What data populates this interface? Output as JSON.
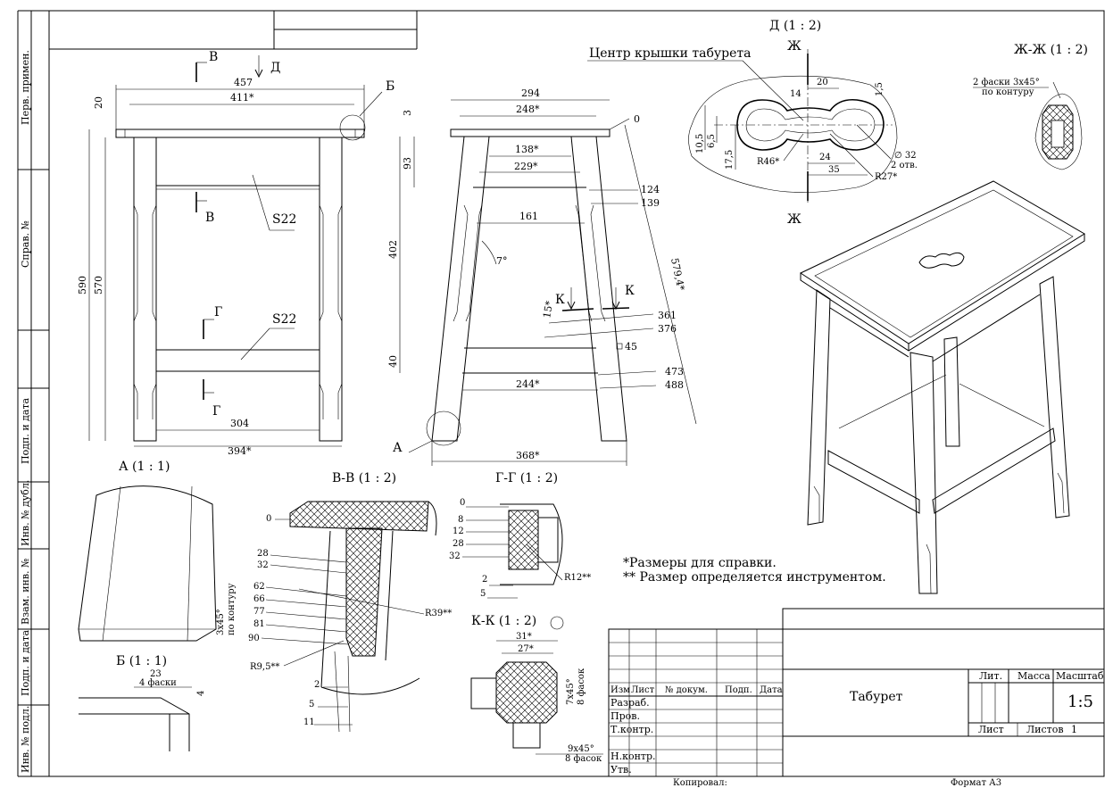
{
  "side_columns": [
    "Перв. примен.",
    "Справ. №",
    "Подп. и дата",
    "Инв. № дубл.",
    "Взам. инв. №",
    "Подп. и дата",
    "Инв. № подл."
  ],
  "front_view": {
    "dims": [
      "457",
      "411*",
      "20",
      "590",
      "570",
      "304",
      "394*"
    ],
    "cuts": [
      "В",
      "Д",
      "Б",
      "В",
      "Г",
      "Г"
    ],
    "labels": [
      "S22",
      "S22"
    ]
  },
  "side_view": {
    "dims": [
      "294",
      "248*",
      "3",
      "0",
      "138*",
      "229*",
      "93",
      "124",
      "139",
      "161",
      "7°",
      "402",
      "579,4*",
      "15*",
      "361",
      "376",
      "45",
      "40",
      "473",
      "488",
      "244*",
      "368*"
    ],
    "cuts": [
      "К",
      "К",
      "А"
    ]
  },
  "detail_d": {
    "title": "Д (1 : 2)",
    "caption": "Центр крышки табурета",
    "dims": [
      "14",
      "20",
      "1,5",
      "10,5",
      "6,5",
      "17,5",
      "R46*",
      "24",
      "35",
      "∅ 32",
      "2 отв.",
      "R27*"
    ],
    "cuts": [
      "Ж",
      "Ж"
    ]
  },
  "section_zh": {
    "title": "Ж-Ж (1 : 2)",
    "note1": "2 фаски 3х45°",
    "note2": "по контуру"
  },
  "detail_a": {
    "title": "А (1 : 1)",
    "note1": "3х45°",
    "note2": "по контуру"
  },
  "detail_b": {
    "title": "Б (1 : 1)",
    "dims": [
      "23",
      "4 фаски",
      "4"
    ]
  },
  "section_vv": {
    "title": "В-В (1 : 2)",
    "dims": [
      "0",
      "28",
      "32",
      "62",
      "66",
      "77",
      "81",
      "90",
      "R39**",
      "R9,5**",
      "2",
      "5",
      "11"
    ]
  },
  "section_gg": {
    "title": "Г-Г (1 : 2)",
    "dims": [
      "0",
      "8",
      "12",
      "28",
      "32",
      "R12**",
      "2",
      "5"
    ]
  },
  "section_kk": {
    "title": "К-К (1 : 2)",
    "dims": [
      "31*",
      "27*",
      "7х45°",
      "8 фасок",
      "9х45°",
      "8 фасок"
    ]
  },
  "notes": [
    "*Размеры для справки.",
    "** Размер определяется инструментом."
  ],
  "title_block": {
    "header": [
      "Изм",
      "Лист",
      "№ докум.",
      "Подп.",
      "Дата"
    ],
    "roles": [
      "Разраб.",
      "Пров.",
      "Т.контр.",
      "Н.контр.",
      "Утв."
    ],
    "name": "Табурет",
    "lit_label": "Лит.",
    "mass_label": "Масса",
    "scale_label": "Масштаб",
    "scale_value": "1:5",
    "sheet_label": "Лист",
    "sheets_label": "Листов",
    "sheets_value": "1"
  },
  "footer": {
    "copied": "Копировал:",
    "format": "Формат А3"
  }
}
